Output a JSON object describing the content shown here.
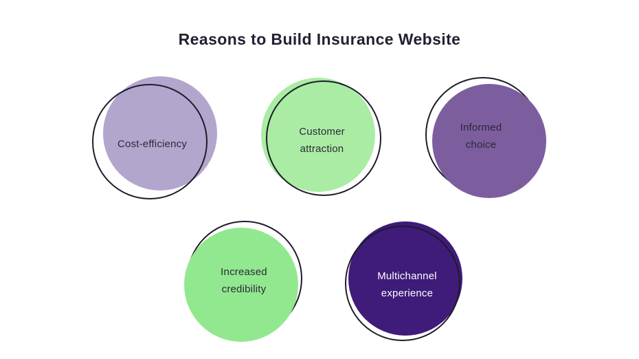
{
  "title": "Reasons to Build Insurance Website",
  "colors": {
    "background": "#ffffff",
    "title_text": "#232130",
    "ring_stroke": "#1d1c29",
    "dark_label_text": "#2a2935",
    "light_label_text": "#ffffff"
  },
  "circles": [
    {
      "id": "cost-efficiency",
      "label": "Cost-efficiency",
      "fill_color": "#b3a6cd",
      "text_color": "#2a2935"
    },
    {
      "id": "customer-attraction",
      "label": "Customer\nattraction",
      "fill_color": "#aaeca4",
      "text_color": "#2a2935"
    },
    {
      "id": "informed-choice",
      "label": "Informed\nchoice",
      "fill_color": "#7c5e9f",
      "text_color": "#2a2935"
    },
    {
      "id": "increased-credibility",
      "label": "Increased\ncredibility",
      "fill_color": "#92e88e",
      "text_color": "#2a2935"
    },
    {
      "id": "multichannel-experience",
      "label": "Multichannel\nexperience",
      "fill_color": "#3f1b7a",
      "text_color": "#ffffff"
    }
  ]
}
